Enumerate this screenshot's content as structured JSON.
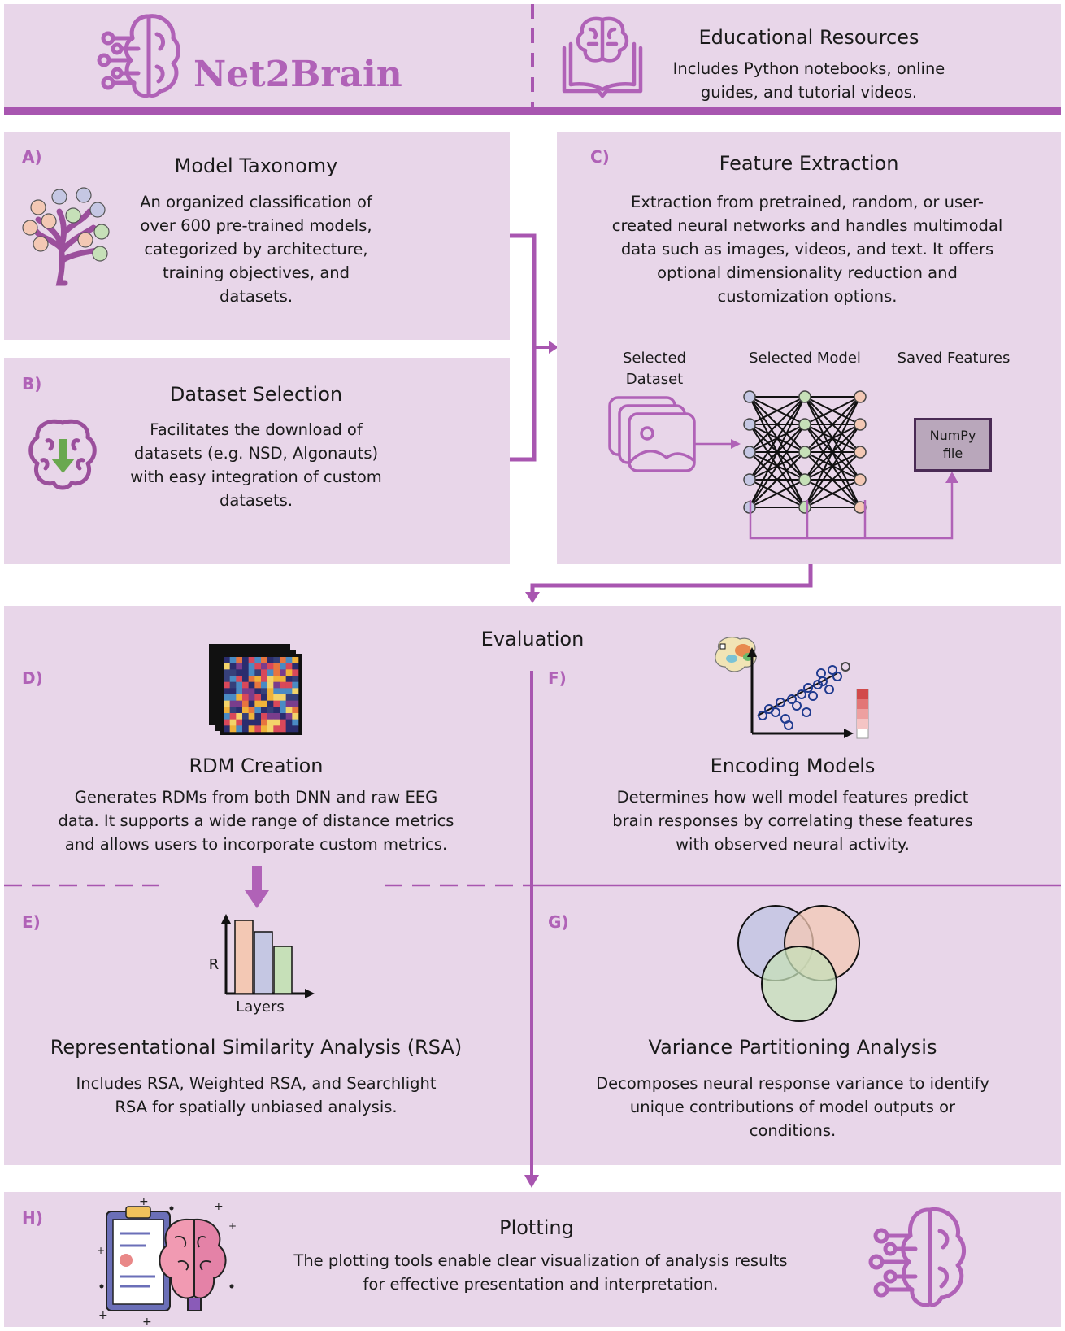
{
  "header": {
    "logo_text": "Net2Brain",
    "edu_title": "Educational Resources",
    "edu_desc": "Includes Python notebooks, online guides, and tutorial videos."
  },
  "sections": {
    "a": {
      "label": "A)",
      "title": "Model Taxonomy",
      "desc": "An organized classification of over 600 pre-trained models, categorized by architecture, training objectives, and datasets."
    },
    "b": {
      "label": "B)",
      "title": "Dataset Selection",
      "desc": "Facilitates the download of datasets (e.g. NSD, Algonauts) with easy integration of custom datasets."
    },
    "c": {
      "label": "C)",
      "title": "Feature Extraction",
      "desc": "Extraction from pretrained, random, or user-created neural networks and handles multimodal data such as images, videos, and text. It offers optional dimensionality reduction and customization options.",
      "selected_dataset": "Selected Dataset",
      "selected_model": "Selected Model",
      "saved_features": "Saved Features",
      "numpy_file": "NumPy file"
    },
    "evaluation": {
      "title": "Evaluation"
    },
    "d": {
      "label": "D)",
      "title": "RDM Creation",
      "desc": "Generates RDMs from both DNN and raw EEG data. It supports a wide range of distance metrics and allows users to incorporate custom metrics."
    },
    "e": {
      "label": "E)",
      "title": "Representational Similarity Analysis (RSA)",
      "desc": "Includes RSA, Weighted RSA, and Searchlight RSA for spatially unbiased analysis.",
      "axis_y": "R",
      "axis_x": "Layers"
    },
    "f": {
      "label": "F)",
      "title": "Encoding Models",
      "desc": "Determines how well model features predict brain responses by correlating these features with observed neural activity."
    },
    "g": {
      "label": "G)",
      "title": "Variance Partitioning Analysis",
      "desc": "Decomposes neural response variance to identify unique contributions of model outputs or conditions."
    },
    "h": {
      "label": "H)",
      "title": "Plotting",
      "desc": "The plotting tools enable clear visualization of analysis results for effective presentation and interpretation."
    }
  },
  "colors": {
    "panel": "#e8d6e9",
    "accent": "#b062b7",
    "connector": "#a856b0"
  }
}
